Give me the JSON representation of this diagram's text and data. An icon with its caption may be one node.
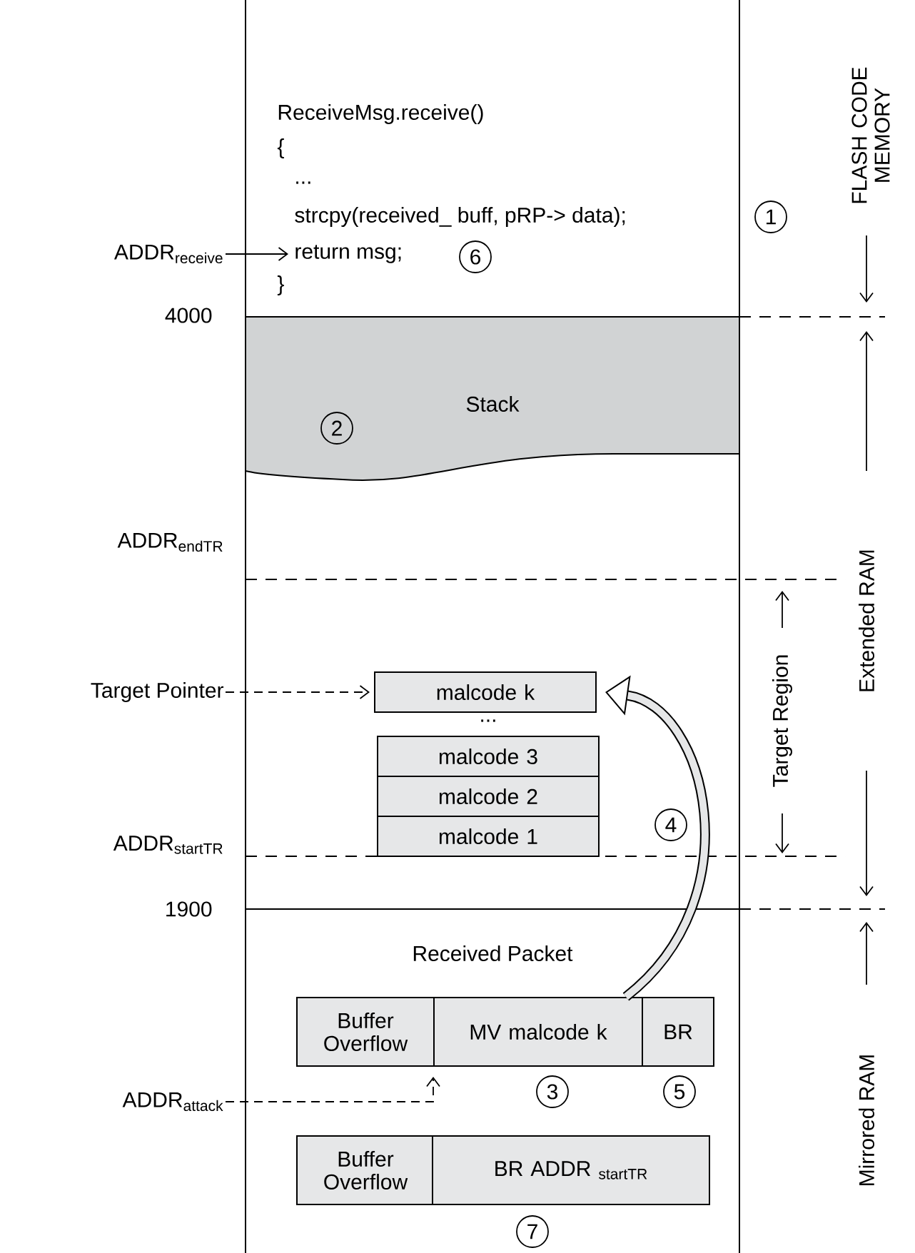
{
  "diagram": {
    "nodes": [
      {
        "text": [
          "ADDR$_{receive}$"
        ]
      },
      {
        "text": [
          "return msg;"
        ]
      },
      {
        "text": [
          "Stack"
        ]
      },
      {
        "text": [
          "Target Pointer"
        ]
      },
      {
        "text": [
          "malcode k"
        ]
      },
      {
        "text": [
          "malcode 3"
        ]
      },
      {
        "text": [
          "malcode 2"
        ]
      },
      {
        "text": [
          "malcode 1"
        ]
      },
      {
        "text": [
          "Buffer Overflow"
        ]
      },
      {
        "text": [
          "MV malcode k"
        ]
      },
      {
        "text": [
          "BR"
        ]
      },
      {
        "text": [
          "ADDR$_{attack}$"
        ]
      },
      {
        "text": [
          "Buffer Overflow"
        ]
      },
      {
        "text": [
          "BR ADDR $_{startTR}$"
        ]
      }
    ],
    "edges": [
      {
        "from": 0,
        "to": 1,
        "arrow": "to"
      },
      {
        "from": 3,
        "to": 4,
        "arrow": "to",
        "style": "dashed"
      },
      {
        "from": 9,
        "to": 4,
        "arrow": "to",
        "style": "thick"
      },
      {
        "from": 11,
        "to": 9,
        "arrow": "to",
        "style": "dashed"
      }
    ],
    "labels": [
      "ReceiveMsg.receive()",
      "{",
      "...",
      "strcpy(received_ buff, pRP-> data);",
      "1",
      "6",
      "}",
      "FLASH CODE MEMORY",
      "4000",
      "2",
      "ADDR$_{endTR}$",
      "Target Region",
      "Extended RAM",
      "...",
      "4",
      "ADDR$_{startTR}$",
      "1900",
      "Received Packet",
      "3",
      "5",
      "Mirrored RAM",
      "7"
    ]
  }
}
